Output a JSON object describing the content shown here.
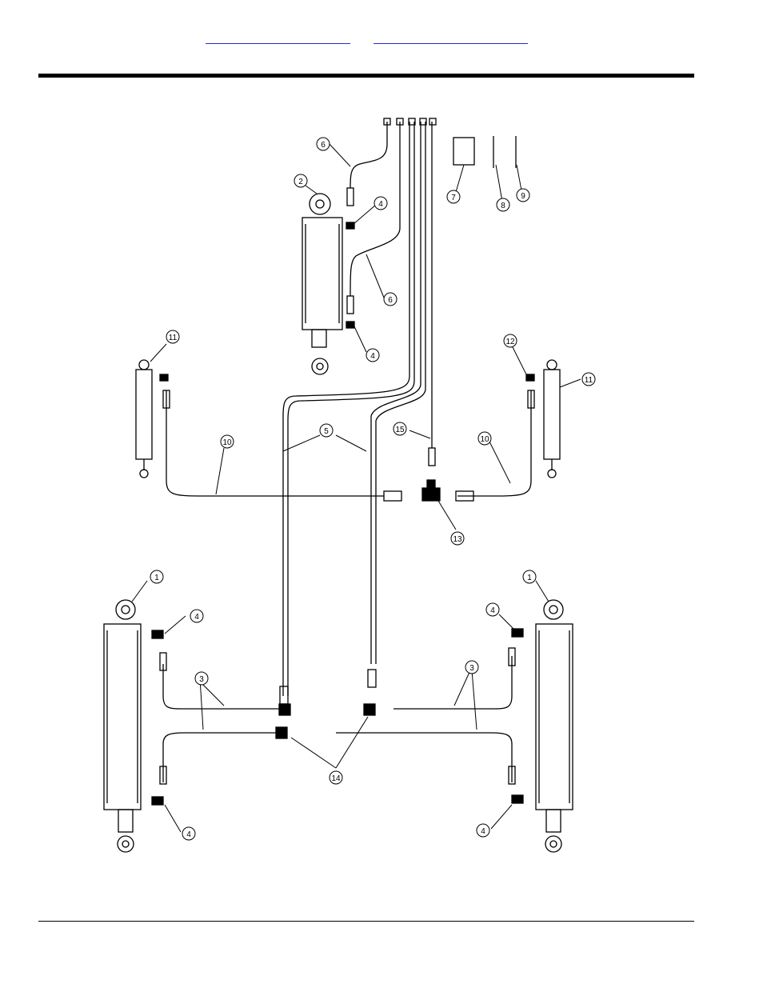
{
  "header": {
    "link_left": "",
    "link_right": ""
  },
  "diagram": {
    "callouts": {
      "c1a": "1",
      "c1b": "1",
      "c2": "2",
      "c3a": "3",
      "c3b": "3",
      "c4a": "4",
      "c4b": "4",
      "c4c": "4",
      "c4d": "4",
      "c4e": "4",
      "c4f": "4",
      "c5": "5",
      "c6a": "6",
      "c6b": "6",
      "c7": "7",
      "c8": "8",
      "c9": "9",
      "c10a": "10",
      "c10b": "10",
      "c11a": "11",
      "c11b": "11",
      "c12": "12",
      "c13": "13",
      "c14": "14",
      "c15": "15"
    }
  }
}
